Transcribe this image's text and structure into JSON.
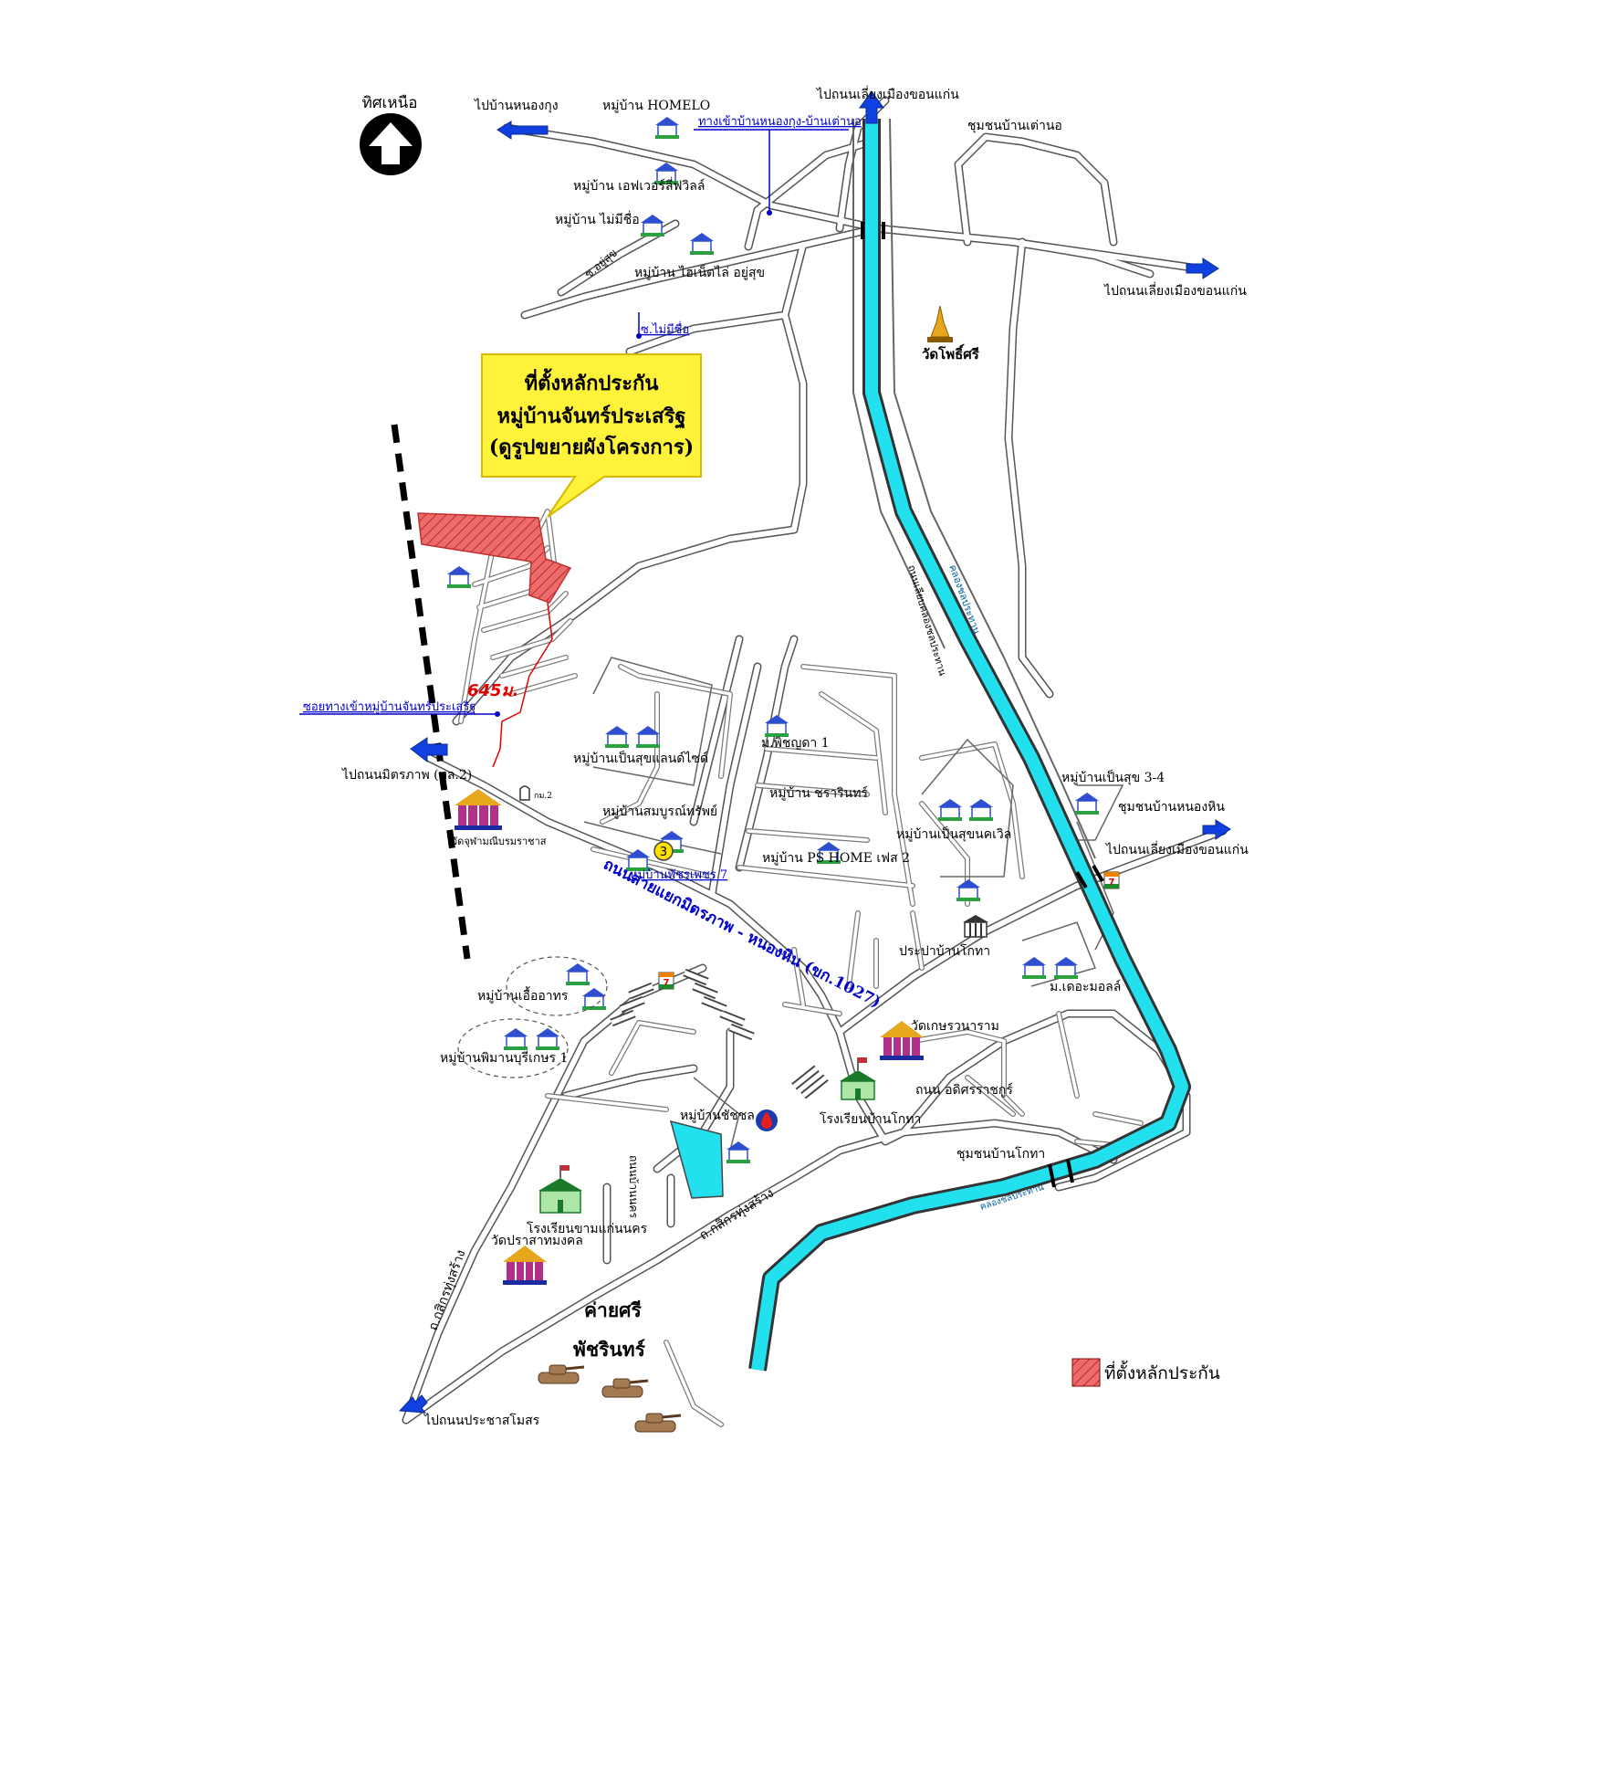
{
  "north": {
    "label": "ทิศเหนือ"
  },
  "callout": {
    "line1": "ที่ตั้งหลักประกัน",
    "line2": "หมู่บ้านจันทร์ประเสริฐ",
    "line3": "(ดูรูปขยายผังโครงการ)"
  },
  "distance": "645ม.",
  "legend": {
    "label": "ที่ตั้งหลักประกัน",
    "color": "#e8403a"
  },
  "colors": {
    "canal": "#22e0ee",
    "arrow": "#1040e0",
    "callout_fill": "#fff23a",
    "site": "#ee6b6b"
  },
  "directions": {
    "to_nongkung": "ไปบ้านหนองกุง",
    "to_ringroad_top": "ไปถนนเลี่ยงเมืองขอนแก่น",
    "to_ringroad_right": "ไปถนนเลี่ยงเมืองขอนแก่น",
    "to_ringroad_mid": "ไปถนนเลี่ยงเมืองขอนแก่น",
    "to_mittraphap": "ไปถนนมิตรภาพ (ทล.2)",
    "to_prachasamosorn": "ไปถนนประชาสโมสร"
  },
  "links": {
    "entrance_nongkung": "ทางเข้าบ้านหนองกุง-บ้านเต่านอ",
    "soi_maimichue": "ซ.ไม่มีชื่อ",
    "soi_entrance_site": "ซอยทางเข้าหมู่บ้านจันทร์ประเสริฐ"
  },
  "places": {
    "homelo": "หมู่บ้าน HOMELO",
    "everlife": "หมู่บ้าน เอฟเวอร์ลี่ฟวิลล์",
    "noname_village": "หมู่บ้าน ไม่มีชื่อ",
    "ayusuk_village": "หมู่บ้าน ไฮเน็ตไล่ อยู่สุข",
    "soi_ayusuk": "ซ.อยู่สุข",
    "community_taono": "ชุมชนบ้านเต่านอ",
    "wat_phosri": "วัดโพธิ์ศรี",
    "canal_vertical_1": "ถนนเลียบคลองชลประทาน",
    "canal_vertical_2": "คลองชลประทาน",
    "penzuk_city": "หมู่บ้านเป็นสุขแลนด์ไซด์",
    "m_piyada": "ม.พิชญดา 1",
    "m_km2": "กม.2",
    "sombun_sap": "หมู่บ้านสมบูรณ์ทรัพย์",
    "chararin": "หมู่บ้าน ชรารินทร์",
    "ps_home": "หมู่บ้าน PS HOME เฟส 2",
    "phet7": "หมู่บ้านพัชรเพชร 7",
    "wat_chumchon": "วัดจุฬามณีบรมราชาส",
    "main_road": "ถนนสายแยกมิตรภาพ - หนองหิน (ขก.1027)",
    "penzuk34": "หมู่บ้านเป็นสุข 3-4",
    "community_nonghin": "ชุมชนบ้านหนองหิน",
    "penzuk_sukhumvit": "หมู่บ้านเป็นสุขนคเวิล",
    "prapa_kokha": "ประปาบ้านโกทา",
    "m_dermall": "ม.เดอะมอลล์",
    "ua_arthorn": "หมู่บ้านเอื้ออาทร",
    "phimarn": "หมู่บ้านพิมานบุรีเกษร 1",
    "wat_kasetsaram": "วัดเกษรวนาราม",
    "rd_athisri": "ถนน อดิศรราชกูร์",
    "school_kokha": "โรงเรียนบ้านโกทา",
    "chatchon": "หมู่บ้านชัชชล",
    "community_kokha": "ชุมชนบ้านโกทา",
    "canal_bottom": "คลองชลประทาน",
    "rd_bannakorn": "ถนนบ้านนคร",
    "rd_kasikorn_right": "ถ.กสิกรทุ่งสร้าง",
    "rd_kasikorn_left": "ถ.กสิกรทุ่งสร้าง",
    "school_kham": "โรงเรียนขามแก่นนคร",
    "wat_prasat": "วัดปราสาทมงคล",
    "camp_line1": "ค่ายศรี",
    "camp_line2": "พัชรินทร์",
    "route_badge": "3"
  }
}
